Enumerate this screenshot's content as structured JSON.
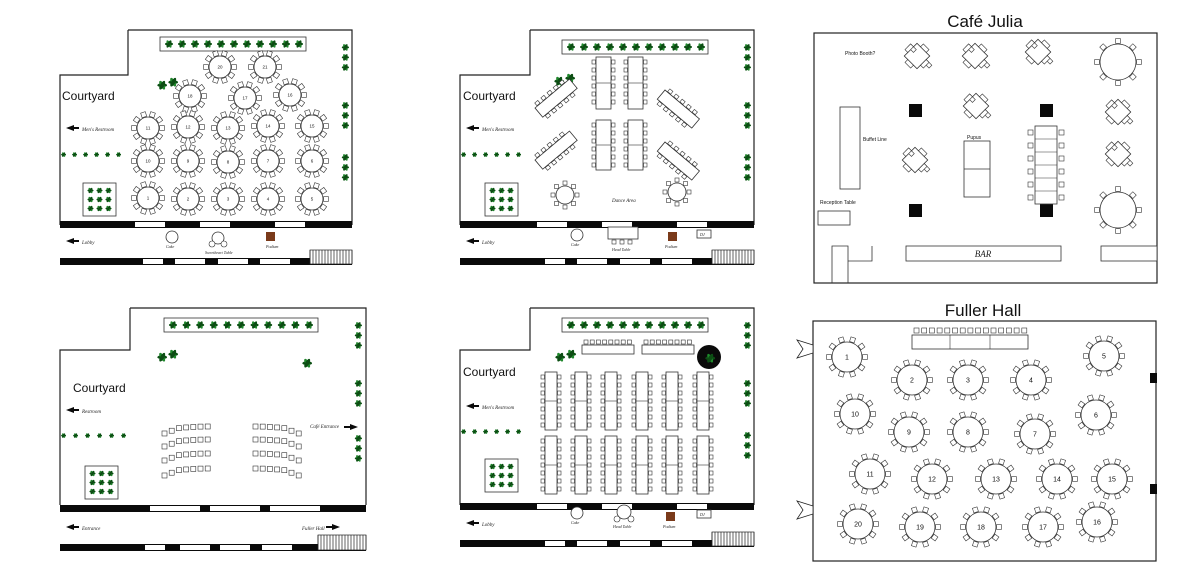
{
  "colors": {
    "plant": "#1f8a2c",
    "plantDark": "#0d4d14",
    "podium": "#7a3a1a",
    "wall": "#222222",
    "black": "#0a0a0a"
  },
  "plans": {
    "p1": {
      "courtyard": "Courtyard",
      "restroom": "Men's Restroom",
      "lobby": "Lobby",
      "cake": "Cake",
      "sweetheart": "Sweetheart Table",
      "podium": "Podium",
      "tables": [
        "20",
        "21",
        "18",
        "17",
        "16",
        "11",
        "12",
        "13",
        "14",
        "15",
        "10",
        "9",
        "8",
        "7",
        "6",
        "1",
        "2",
        "3",
        "4",
        "5"
      ]
    },
    "p2": {
      "courtyard": "Courtyard",
      "restroom": "Men's Restroom",
      "lobby": "Lobby",
      "cake": "Cake",
      "head": "Head Table",
      "podium": "Podium",
      "dance": "Dance Area",
      "dj": "DJ"
    },
    "p3": {
      "courtyard": "Courtyard",
      "restroom": "Restroom",
      "entrance": "Entrance",
      "cafe": "Café Entrance",
      "fuller": "Fuller Hall"
    },
    "p4": {
      "courtyard": "Courtyard",
      "restroom": "Men's Restroom",
      "lobby": "Lobby",
      "cake": "Cake",
      "head": "Head Table",
      "podium": "Podium",
      "dj": "DJ"
    },
    "cafe": {
      "title": "Café Julia",
      "photo": "Photo Booth?",
      "buffet": "Buffet Line",
      "pupus": "Pupus",
      "reception": "Reception Table",
      "bar": "BAR"
    },
    "fuller": {
      "title": "Fuller Hall",
      "tables": [
        "1",
        "2",
        "3",
        "4",
        "5",
        "10",
        "9",
        "8",
        "7",
        "6",
        "11",
        "12",
        "13",
        "14",
        "15",
        "20",
        "19",
        "18",
        "17",
        "16"
      ]
    }
  }
}
